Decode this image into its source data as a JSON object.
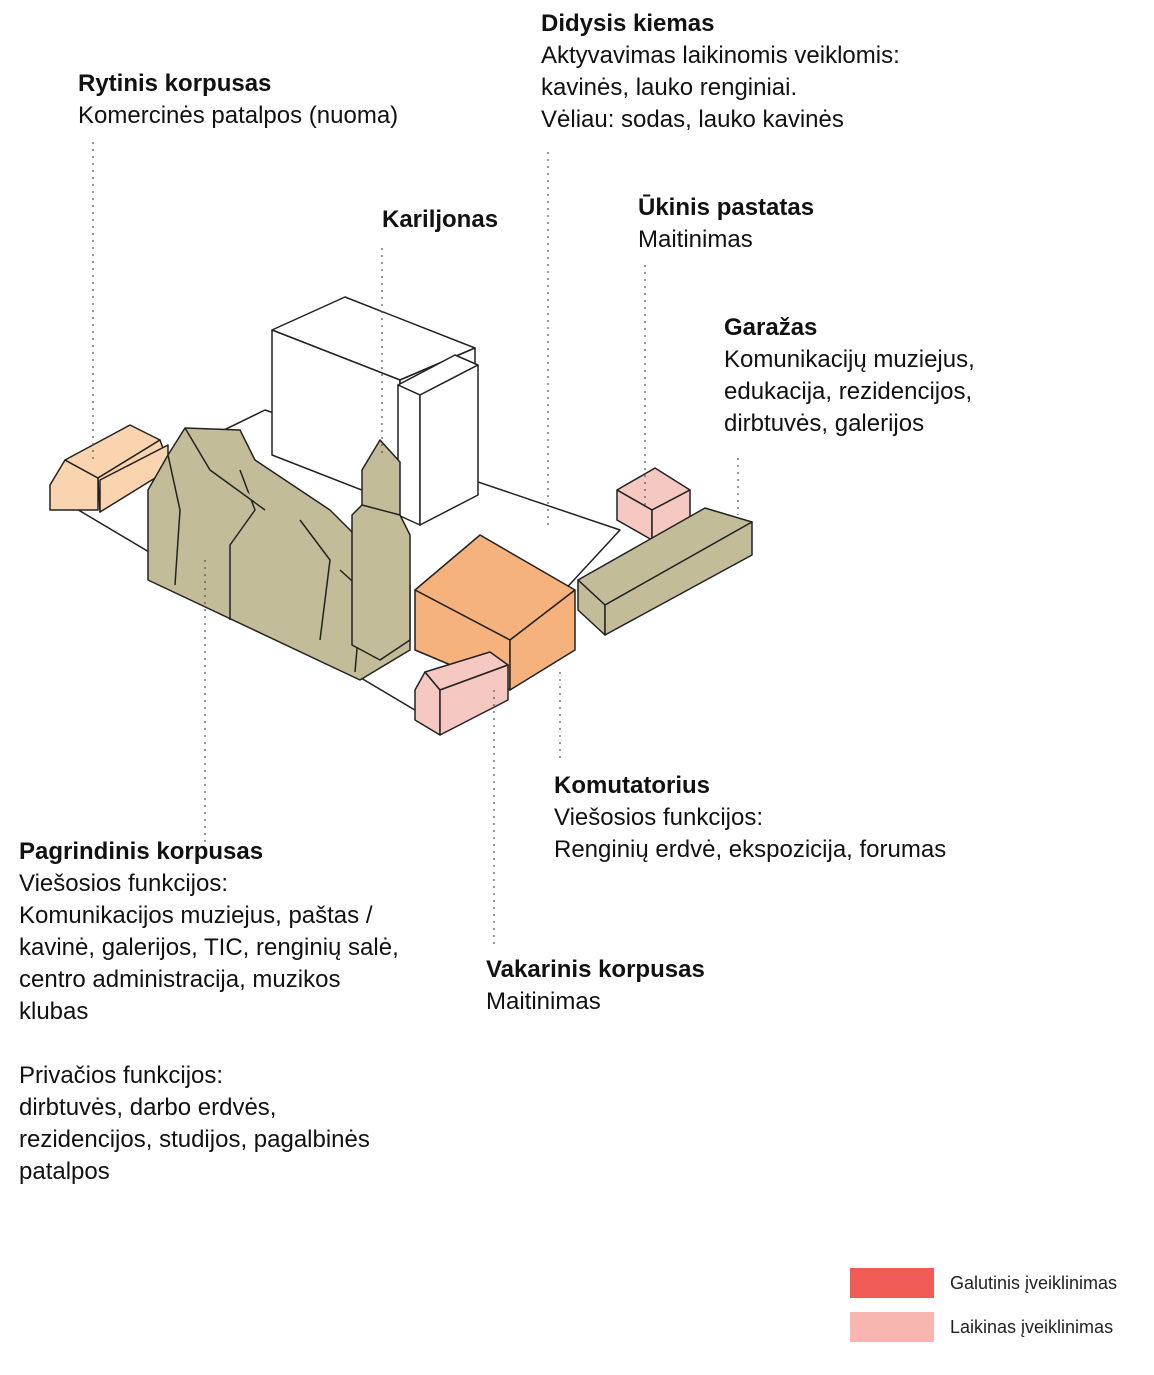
{
  "colors": {
    "olive": "#c2bd98",
    "orange": "#f5b27d",
    "peach": "#fad4ae",
    "pink": "#f6c8c2",
    "outline": "#222222",
    "final_legend": "#f05b55",
    "temporary_legend": "#f7b7b0"
  },
  "labels": {
    "rytinis": {
      "title": "Rytinis korpusas",
      "lines": [
        "Komercinės patalpos (nuoma)"
      ]
    },
    "didysis": {
      "title": "Didysis kiemas",
      "lines": [
        "Aktyvavimas laikinomis veiklomis:",
        "kavinės, lauko renginiai.",
        "Vėliau: sodas, lauko kavinės"
      ]
    },
    "kariljonas": {
      "title": "Kariljonas"
    },
    "ukinis": {
      "title": "Ūkinis pastatas",
      "lines": [
        "Maitinimas"
      ]
    },
    "garazas": {
      "title": "Garažas",
      "lines": [
        "Komunikacijų muziejus,",
        "edukacija, rezidencijos,",
        "dirbtuvės,  galerijos"
      ]
    },
    "komutatorius": {
      "title": "Komutatorius",
      "lines": [
        "Viešosios funkcijos:",
        "Renginių erdvė, ekspozicija, forumas"
      ]
    },
    "pagrindinis": {
      "title": "Pagrindinis korpusas",
      "lines": [
        "Viešosios funkcijos:",
        "Komunikacijos muziejus, paštas /",
        "kavinė, galerijos, TIC, renginių salė,",
        "centro administracija, muzikos",
        "klubas"
      ],
      "lines2": [
        "Privačios funkcijos:",
        "dirbtuvės, darbo erdvės,",
        "rezidencijos, studijos, pagalbinės",
        "patalpos"
      ]
    },
    "vakarinis": {
      "title": "Vakarinis korpusas",
      "lines": [
        "Maitinimas"
      ]
    }
  },
  "legend": [
    {
      "label": "Galutinis įveiklinimas",
      "color": "#f05b55"
    },
    {
      "label": "Laikinas įveiklinimas",
      "color": "#f7b7b0"
    }
  ]
}
